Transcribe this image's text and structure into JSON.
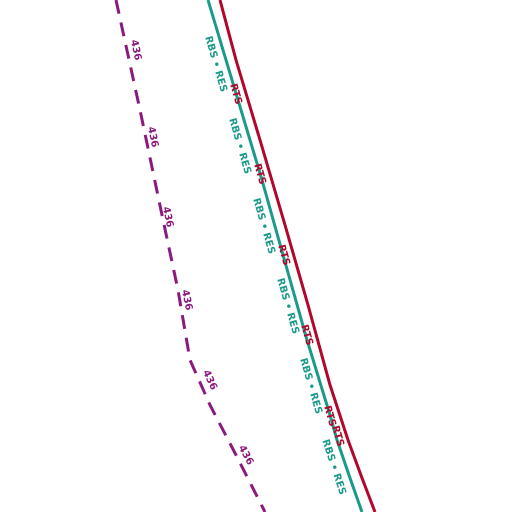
{
  "map": {
    "background": "#ffffff",
    "routes": [
      {
        "id": "rts",
        "label": "RTS",
        "color": "#b0072a",
        "style": "solid"
      },
      {
        "id": "rbs-res",
        "label": "RBS • RES",
        "color": "#1a9a8a",
        "style": "solid"
      },
      {
        "id": "436",
        "label": "436",
        "color": "#8b1a7e",
        "style": "dashed"
      }
    ],
    "labels": {
      "rts": "RTS",
      "rbs_res": "RBS • RES",
      "route_436": "436"
    }
  }
}
